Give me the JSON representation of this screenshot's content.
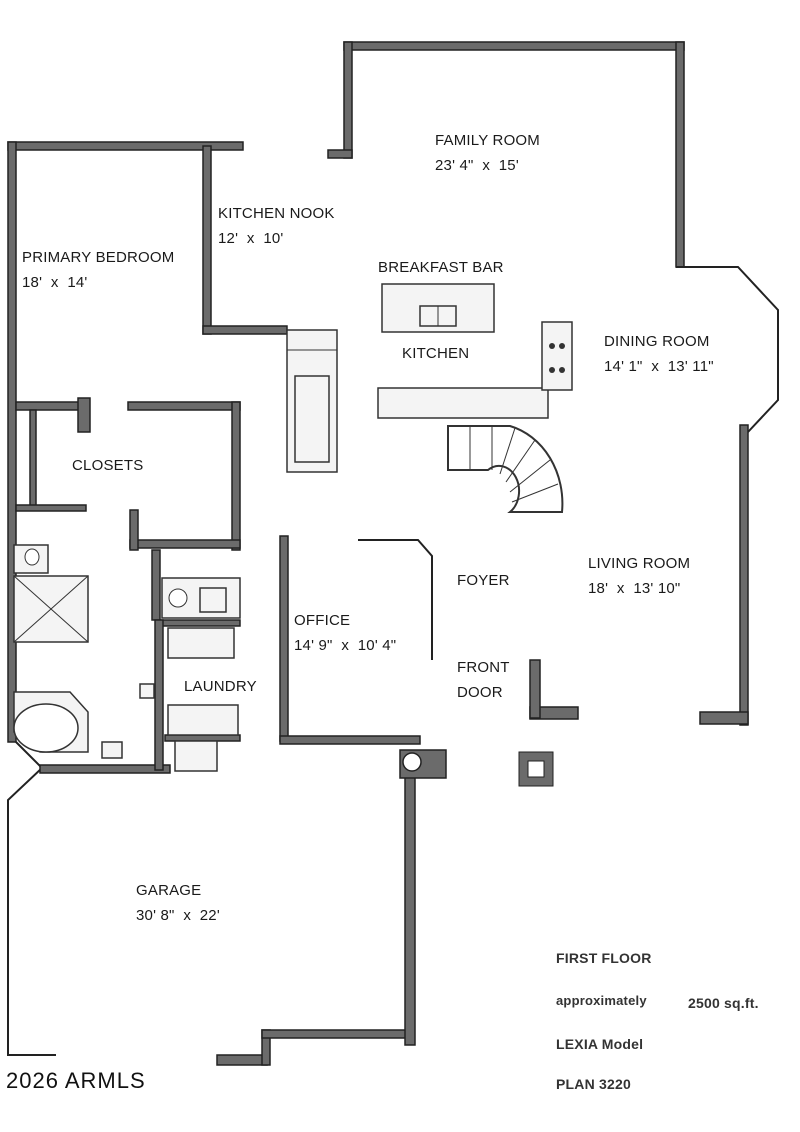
{
  "rooms": {
    "family_room": {
      "name": "FAMILY ROOM",
      "dims": "23' 4\"  x  15'"
    },
    "kitchen_nook": {
      "name": "KITCHEN NOOK",
      "dims": "12'  x  10'"
    },
    "primary_bedroom": {
      "name": "PRIMARY BEDROOM",
      "dims": "18'  x  14'"
    },
    "breakfast_bar": {
      "name": "BREAKFAST BAR"
    },
    "kitchen": {
      "name": "KITCHEN"
    },
    "dining_room": {
      "name": "DINING ROOM",
      "dims": "14' 1\"  x  13' 11\""
    },
    "closets": {
      "name": "CLOSETS"
    },
    "foyer": {
      "name": "FOYER"
    },
    "living_room": {
      "name": "LIVING ROOM",
      "dims": "18'  x  13' 10\""
    },
    "office": {
      "name": "OFFICE",
      "dims": "14' 9\"  x  10' 4\""
    },
    "front_door": {
      "line1": "FRONT",
      "line2": "DOOR"
    },
    "laundry": {
      "name": "LAUNDRY"
    },
    "garage": {
      "name": "GARAGE",
      "dims": "30' 8\"  x  22'"
    }
  },
  "info": {
    "floor": "FIRST  FLOOR",
    "approx_label": "approximately",
    "area": "2500 sq.ft.",
    "model": "LEXIA Model",
    "plan": "PLAN  3220"
  },
  "copyright": "2026 ARMLS"
}
